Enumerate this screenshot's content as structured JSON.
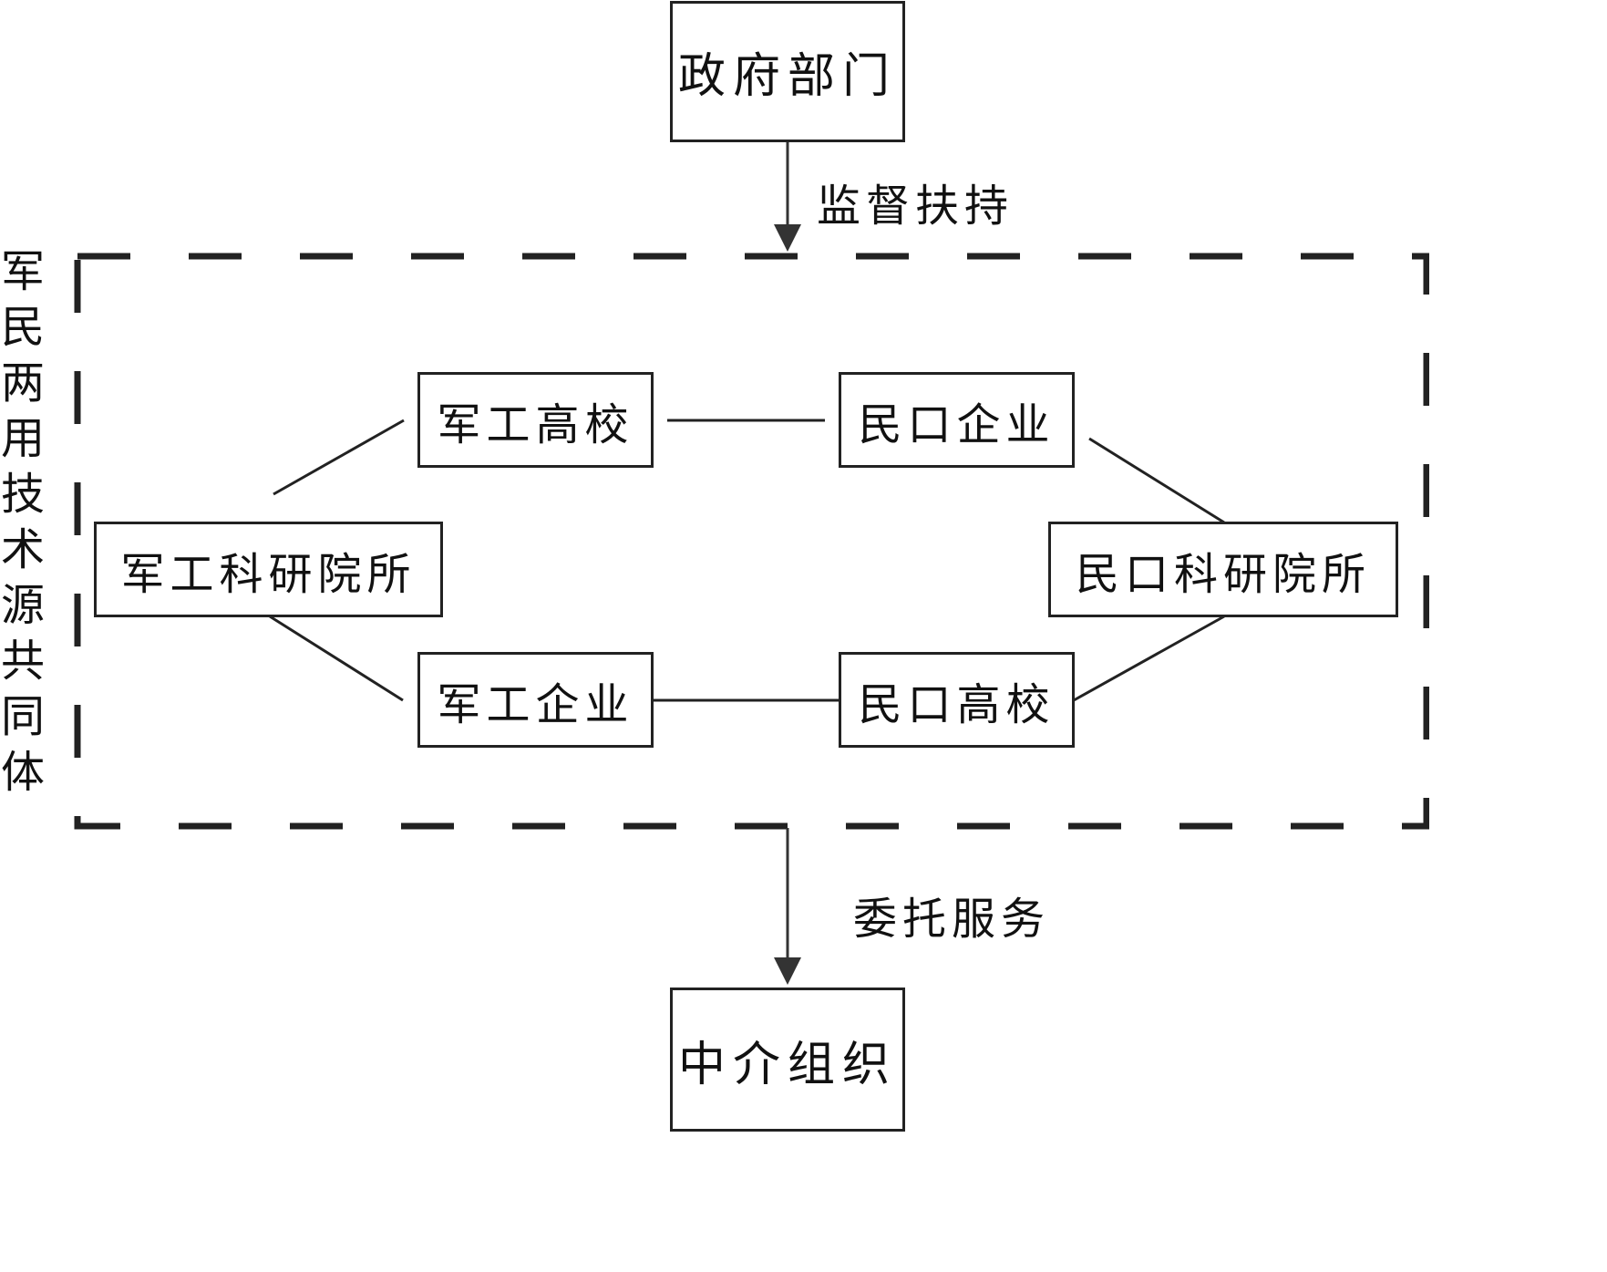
{
  "nodes": {
    "government": "政府部门",
    "intermediary": "中介组织",
    "military_university": "军工高校",
    "civil_enterprise": "民口企业",
    "military_institute": "军工科研院所",
    "civil_institute": "民口科研院所",
    "military_enterprise": "军工企业",
    "civil_university": "民口高校"
  },
  "edges": {
    "supervise_support": "监督扶持",
    "commission_service": "委托服务"
  },
  "community_label": "军民两用技术源共同体"
}
